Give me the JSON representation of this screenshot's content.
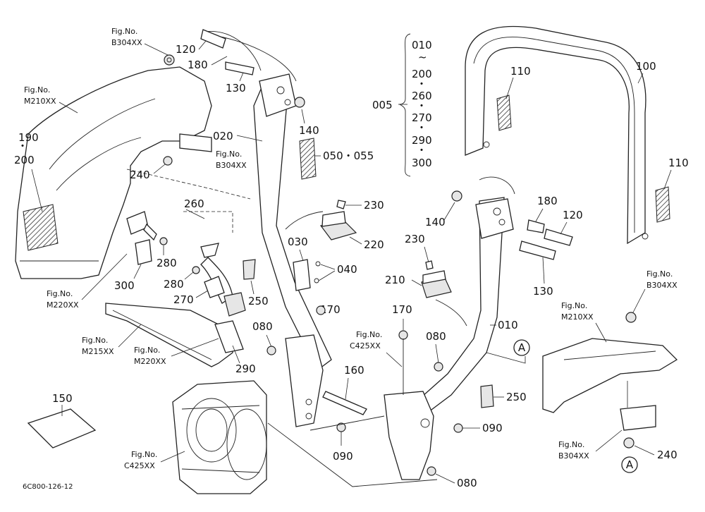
{
  "title_code": "6C800-126-12",
  "parts": {
    "p005": "005",
    "p010": "010",
    "p010b": "010",
    "tilde": "~",
    "p200": "200",
    "p260": "260",
    "p270": "270",
    "p290": "290",
    "p300": "300",
    "p020": "020",
    "p030": "030",
    "p040": "040",
    "p050_055": "050・055",
    "p080a": "080",
    "p080b": "080",
    "p080c": "080",
    "p090a": "090",
    "p090b": "090",
    "p100": "100",
    "p110a": "110",
    "p110b": "110",
    "p120a": "120",
    "p120b": "120",
    "p130a": "130",
    "p130b": "130",
    "p140a": "140",
    "p140b": "140",
    "p150": "150",
    "p160": "160",
    "p170a": "170",
    "p170b": "170",
    "p180a": "180",
    "p180b": "180",
    "p190": "190",
    "p200b": "200",
    "p210": "210",
    "p220": "220",
    "p230a": "230",
    "p230b": "230",
    "p240a": "240",
    "p240b": "240",
    "p250a": "250",
    "p250b": "250",
    "p260b": "260",
    "p270b": "270",
    "p280a": "280",
    "p280b": "280",
    "p290b": "290",
    "p300b": "300"
  },
  "fig_refs": {
    "figno": "Fig.No.",
    "b304_1": "B304XX",
    "b304_2": "B304XX",
    "b304_3": "B304XX",
    "b304_4": "B304XX",
    "m210_1": "M210XX",
    "m210_2": "M210XX",
    "m220_1": "M220XX",
    "m220_2": "M220XX",
    "m215": "M215XX",
    "c425_1": "C425XX",
    "c425_2": "C425XX"
  },
  "callout": "A"
}
